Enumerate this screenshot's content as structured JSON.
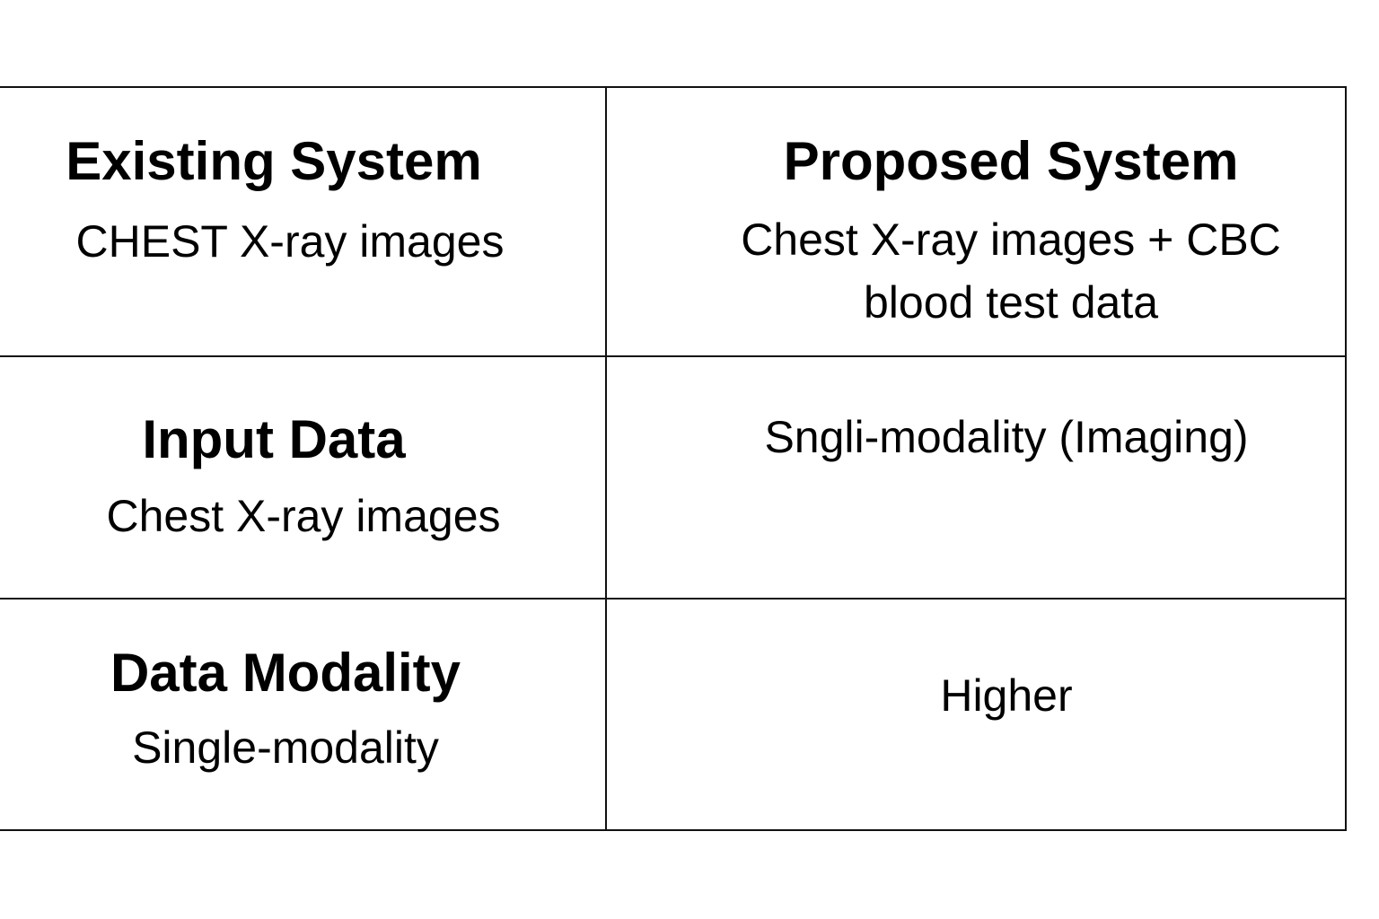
{
  "table": {
    "rows": [
      {
        "left": {
          "heading": "Existing System",
          "text": "CHEST X-ray images"
        },
        "right": {
          "heading": "Proposed System",
          "text": "Chest X-ray images + CBC blood test data"
        }
      },
      {
        "left": {
          "heading": "Input Data",
          "text": "Chest X-ray images"
        },
        "right": {
          "text": "Sngli-modality (Imaging)"
        }
      },
      {
        "left": {
          "heading": "Data Modality",
          "text": "Single-modality"
        },
        "right": {
          "text": "Higher"
        }
      }
    ]
  }
}
